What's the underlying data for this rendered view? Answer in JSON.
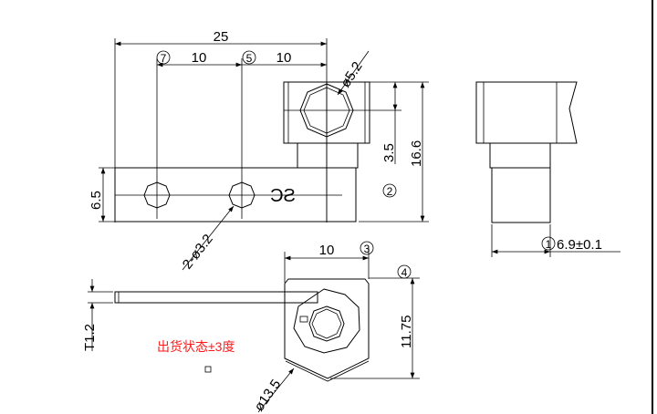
{
  "dimensions": {
    "overall_width": "25",
    "pitch_left": "10",
    "pitch_right": "10",
    "nut_diameter": "ø5.2",
    "nut_offset": "3.5",
    "overall_height": "16.6",
    "base_height": "6.5",
    "hole_diameter": "2-ø3.2",
    "side_width": "6.9±0.1",
    "bottom_width": "10",
    "bottom_height": "11.75",
    "thickness": "T1.2",
    "outer_diameter": "ø13.5"
  },
  "markers": {
    "m1": "1",
    "m2": "2",
    "m3": "3",
    "m4": "4",
    "m5": "5",
    "m7": "7"
  },
  "part_marking": "SC",
  "note": "出货状态±3度",
  "colors": {
    "note": "#ff1a1a",
    "line": "#000000"
  }
}
